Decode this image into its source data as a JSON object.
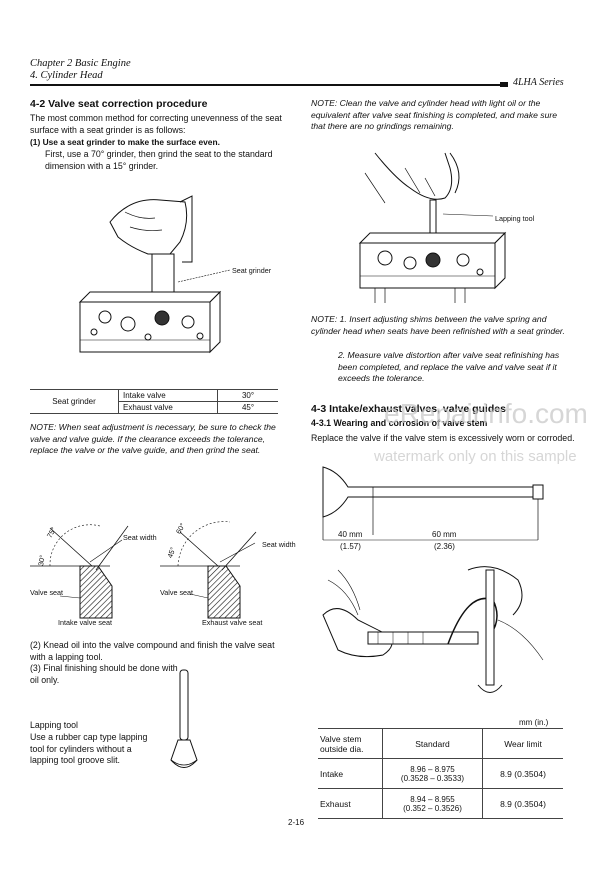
{
  "header": {
    "chapter": "Chapter 2 Basic Engine",
    "section": "4. Cylinder Head",
    "series": "4LHA Series"
  },
  "left": {
    "heading": "4-2 Valve seat correction procedure",
    "intro": "The most common method for correcting unevenness of the seat surface with a seat grinder is as follows:",
    "step1_title": "(1) Use a seat grinder to make the surface even.",
    "step1_body": "First, use a 70° grinder, then grind the seat to the standard dimension with a 15° grinder.",
    "fig_label_grinder": "Seat grinder",
    "grinder_table": {
      "row_label": "Seat grinder",
      "rows": [
        {
          "name": "Intake valve",
          "value": "30°"
        },
        {
          "name": "Exhaust valve",
          "value": "45°"
        }
      ]
    },
    "note": "NOTE: When seat adjustment is necessary, be sure to check the valve and valve guide. If the clearance exceeds the tolerance, replace the valve or the valve guide, and then grind the seat.",
    "fig_labels": {
      "seat_width_1": "Seat width",
      "seat_width_2": "Seat width",
      "valve_seat_1": "Valve seat",
      "valve_seat_2": "Valve seat",
      "angle_75": "75°",
      "angle_30": "30°",
      "angle_60": "60°",
      "angle_45": "45°",
      "caption_intake": "Intake valve seat",
      "caption_exhaust": "Exhaust valve seat"
    },
    "step2": "(2) Knead oil into the valve compound and finish the valve seat with a lapping tool.",
    "step3": "(3) Final finishing should be done with oil only.",
    "lapping_title": "Lapping tool",
    "lapping_body": "Use a rubber cap type lapping tool for cylinders without a lapping tool groove slit."
  },
  "right": {
    "note1": "NOTE: Clean the valve and cylinder head with light oil or the equivalent after valve seat finishing is completed, and make sure that there are no grindings remaining.",
    "fig_label_lapping": "Lapping tool",
    "note2_1": "NOTE: 1. Insert adjusting shims between the valve spring and cylinder head when seats have been refinished with a seat grinder.",
    "note2_2": "2. Measure valve distortion after valve seat refinishing has been completed, and replace the valve and valve seat if it exceeds the tolerance.",
    "heading": "4-3 Intake/exhaust valves, valve guides",
    "subheading": "4-3.1 Wearing and corrosion of valve stem",
    "body": "Replace the valve if the valve stem is excessively worn or corroded.",
    "dim1_mm": "40 mm",
    "dim1_in": "(1.57)",
    "dim2_mm": "60 mm",
    "dim2_in": "(2.36)",
    "units": "mm (in.)",
    "table": {
      "headers": [
        "Valve stem outside dia.",
        "Standard",
        "Wear limit"
      ],
      "rows": [
        {
          "name": "Intake",
          "standard": "8.96 – 8.975\n(0.3528 – 0.3533)",
          "limit": "8.9 (0.3504)"
        },
        {
          "name": "Exhaust",
          "standard": "8.94 – 8.955\n(0.352 – 0.3526)",
          "limit": "8.9 (0.3504)"
        }
      ]
    }
  },
  "page_number": "2-16",
  "watermark": {
    "brand": "eRepairinfo.com",
    "notice": "watermark only on this sample"
  }
}
